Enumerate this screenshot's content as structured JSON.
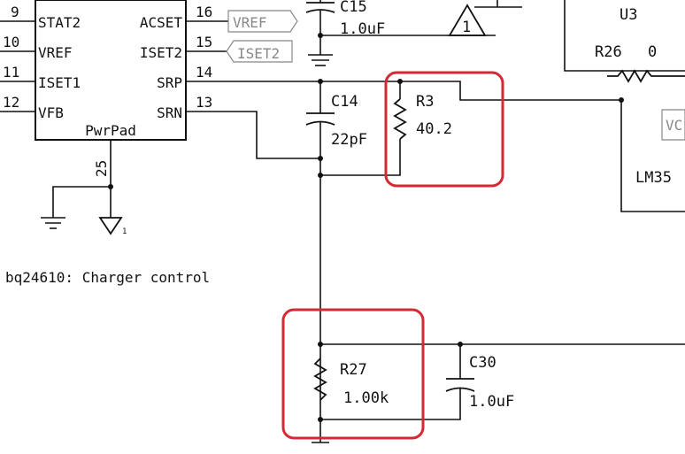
{
  "diagram": {
    "caption": "bq24610: Charger control",
    "highlight_color": "#d42a33",
    "ic": {
      "body_label": "PwrPad",
      "pad_pin": "25",
      "pins_left": [
        {
          "num": "9",
          "name": "STAT2"
        },
        {
          "num": "10",
          "name": "VREF"
        },
        {
          "num": "11",
          "name": "ISET1"
        },
        {
          "num": "12",
          "name": "VFB"
        }
      ],
      "pins_right": [
        {
          "num": "16",
          "name": "ACSET"
        },
        {
          "num": "15",
          "name": "ISET2"
        },
        {
          "num": "14",
          "name": "SRP"
        },
        {
          "num": "13",
          "name": "SRN"
        }
      ]
    },
    "net_flags": [
      {
        "label": "VREF"
      },
      {
        "label": "ISET2"
      },
      {
        "label": "VC"
      }
    ],
    "components": {
      "c15": {
        "ref": "C15",
        "value": "1.0uF"
      },
      "c14": {
        "ref": "C14",
        "value": "22pF"
      },
      "r3": {
        "ref": "R3",
        "value": "40.2"
      },
      "r27": {
        "ref": "R27",
        "value": "1.00k"
      },
      "c30": {
        "ref": "C30",
        "value": "1.0uF"
      },
      "r26": {
        "ref": "R26",
        "value": "0"
      },
      "u3": {
        "ref": "U3"
      },
      "lm": {
        "ref": "LM35"
      }
    },
    "warning_flag": "1",
    "ground_symbol_label": "1"
  }
}
